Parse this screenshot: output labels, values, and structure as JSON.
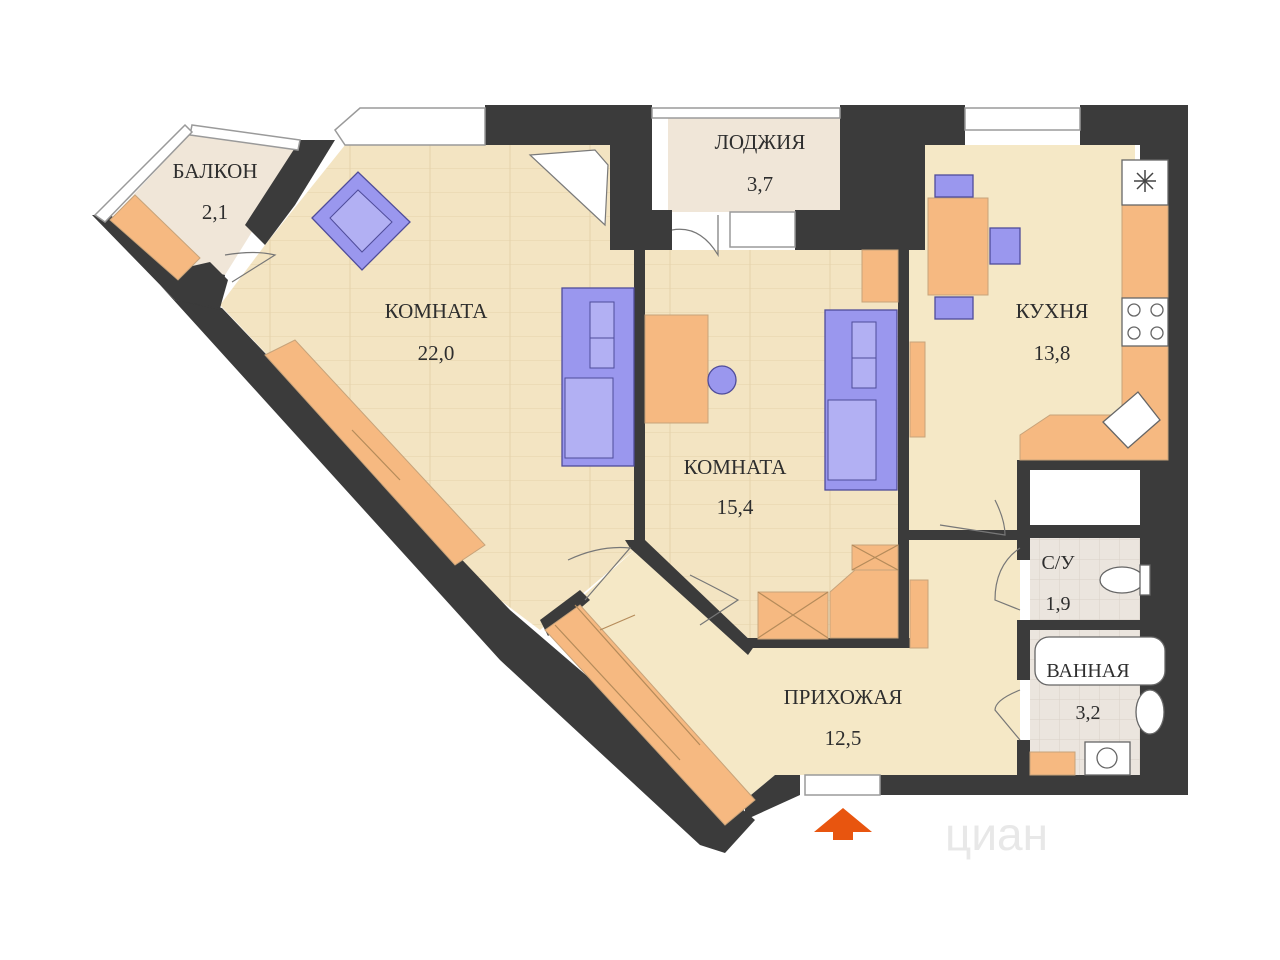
{
  "rooms": {
    "balcony": {
      "name": "БАЛКОН",
      "area": "2,1"
    },
    "loggia": {
      "name": "ЛОДЖИЯ",
      "area": "3,7"
    },
    "room_large": {
      "name": "КОМНАТА",
      "area": "22,0"
    },
    "room_small": {
      "name": "КОМНАТА",
      "area": "15,4"
    },
    "kitchen": {
      "name": "КУХНЯ",
      "area": "13,8"
    },
    "wc": {
      "name": "С/У",
      "area": "1,9"
    },
    "bathroom": {
      "name": "ВАННАЯ",
      "area": "3,2"
    },
    "hallway": {
      "name": "ПРИХОЖАЯ",
      "area": "12,5"
    }
  },
  "watermark": "циан",
  "colors": {
    "wall": "#3b3b3b",
    "floor_room": "#f3e4c2",
    "floor_wood_line": "#e6d4ad",
    "floor_hall": "#f5e8c6",
    "floor_tile": "#e9e3dc",
    "furniture_orange": "#f6b981",
    "furniture_purple": "#9a97ee",
    "entry_arrow": "#e8550f"
  },
  "icons": {
    "entry": "entry-arrow-icon",
    "vent": "vent-icon"
  }
}
